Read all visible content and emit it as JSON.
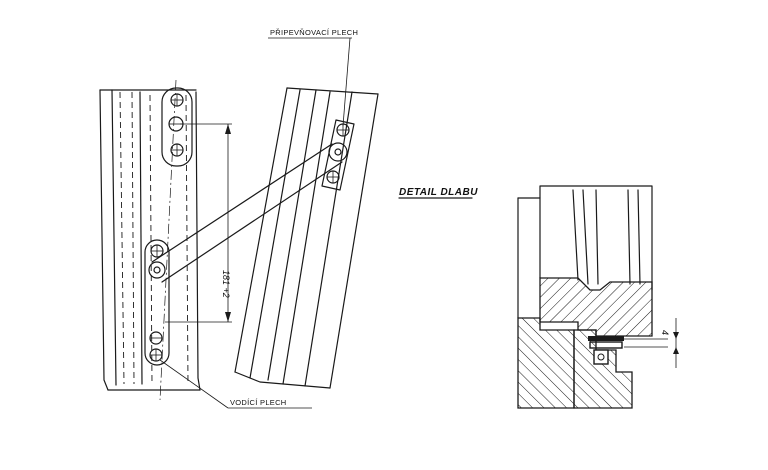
{
  "labels": {
    "fixing_plate": "PŘIPEVŇOVACÍ PLECH",
    "guide_plate": "VODÍCÍ PLECH",
    "detail_title": "DETAIL DLABU",
    "dimension_main": "181 +2",
    "dimension_detail": "4"
  }
}
